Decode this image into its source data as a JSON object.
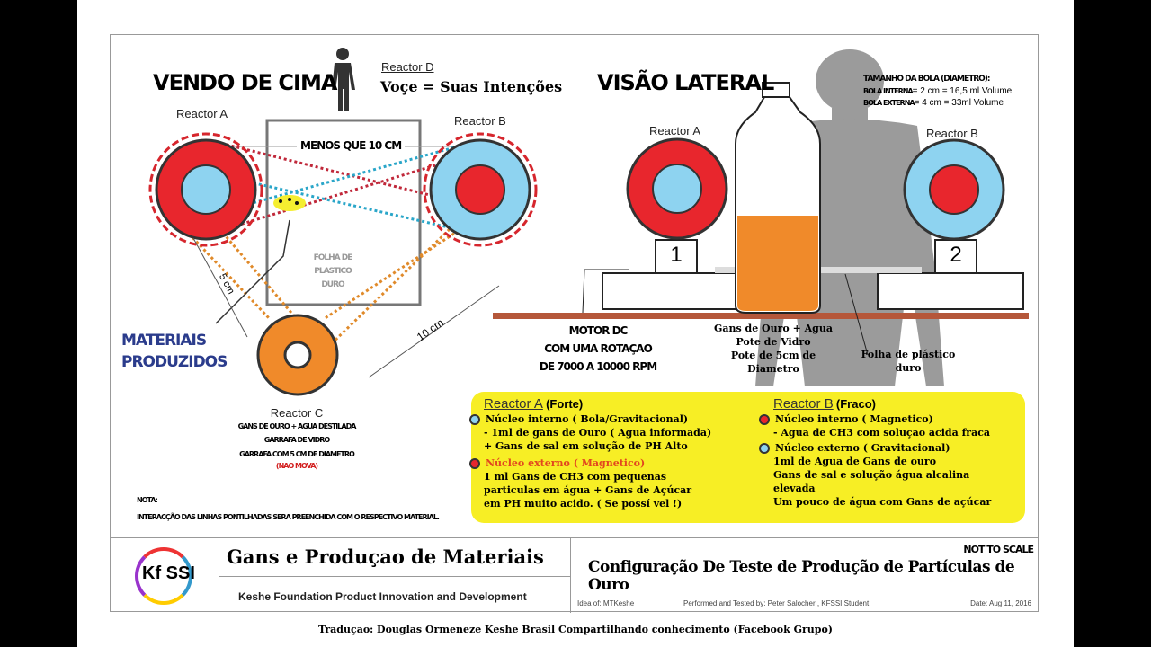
{
  "top_view": {
    "title": "VENDO DE CIMA",
    "reactor_a": "Reactor A",
    "reactor_b": "Reactor B",
    "reactor_c": "Reactor C",
    "reactor_d": "Reactor D",
    "intentions": "Voçe = Suas Intenções",
    "less_than": "MENOS QUE 10 CM",
    "plastic_sheet": [
      "FOLHA DE PLASTICO",
      "DURO"
    ],
    "dist_5": "5 cm",
    "dist_10": "10 cm",
    "materials": [
      "MATERIAIS",
      "PRODUZIDOS"
    ],
    "reactor_c_desc": [
      "GANS DE OURO + AGUA DESTILADA",
      "GARRAFA DE VIDRO",
      "GARRAFA COM 5 CM DE DIAMETRO"
    ],
    "reactor_c_warning": "(NAO MOVA)",
    "note_title": "NOTA:",
    "note": "INTERACÇÃO DAS LINHAS PONTILHADAS SERA PREENCHIDA COM O RESPECTIVO MATERIAL."
  },
  "side_view": {
    "title": "VISÃO LATERAL",
    "reactor_a": "Reactor A",
    "reactor_b": "Reactor B",
    "stand_1": "1",
    "stand_2": "2",
    "ball_size_title": "TAMANHO DA BOLA (DIAMETRO):",
    "inner_label": "BOLA INTERNA",
    "inner_value": "= 2 cm = 16,5 ml Volume",
    "outer_label": "BOLA EXTERNA",
    "outer_value": "= 4 cm = 33ml Volume",
    "motor": [
      "MOTOR DC",
      "COM UMA ROTAÇAO",
      "DE 7000 A 10000 RPM"
    ],
    "jar": [
      "Gans de Ouro + Agua",
      "Pote de Vidro",
      "Pote de 5cm de",
      "Diametro"
    ],
    "sheet": [
      "Folha de plástico",
      "duro"
    ]
  },
  "legend": {
    "a_title": "Reactor  A",
    "a_strength": "(Forte)",
    "a_items": [
      "Núcleo interno ( Bola/Gravitacional)",
      "- 1ml de gans de Ouro ( Agua informada)",
      "+ Gans de sal em solução de PH Alto"
    ],
    "a_outer": "Núcleo externo ( Magnetico)",
    "a_outer_items": [
      "1 ml Gans de CH3 com pequenas",
      "particulas em água + Gans de Açúcar",
      "em PH muito acido. ( Se possí vel !)"
    ],
    "b_title": "Reactor  B",
    "b_strength": "(Fraco)",
    "b_items": [
      "Núcleo interno ( Magnetico)",
      "- Agua de CH3 com soluçao acida fraca"
    ],
    "b_outer": "Núcleo externo ( Gravitacional)",
    "b_outer_items": [
      "1ml de Agua de Gans de ouro",
      "Gans de sal e solução água alcalina",
      "elevada",
      "Um pouco de água com Gans de açúcar"
    ]
  },
  "title_block": {
    "logo": "Kf SSI",
    "main_title": "Gans e Produçao de Materiais",
    "subtitle": "Keshe Foundation Product Innovation and Development",
    "not_to_scale": "NOT TO SCALE",
    "config_title": "Configuração De Teste de Produção de Partículas de Ouro",
    "idea": "Idea of: MTKeshe",
    "performed": "Performed and Tested by: Peter Salocher , KFSSI Student",
    "date": "Date: Aug 11, 2016"
  },
  "translation": "Traduçao: Douglas Ormeneze Keshe Brasil Compartilhando conhecimento (Facebook Grupo)",
  "colors": {
    "red": "#e8262d",
    "blue": "#8ed3f0",
    "orange": "#f08a2a",
    "yellow": "#f7ee25",
    "brown": "#b5573a"
  }
}
